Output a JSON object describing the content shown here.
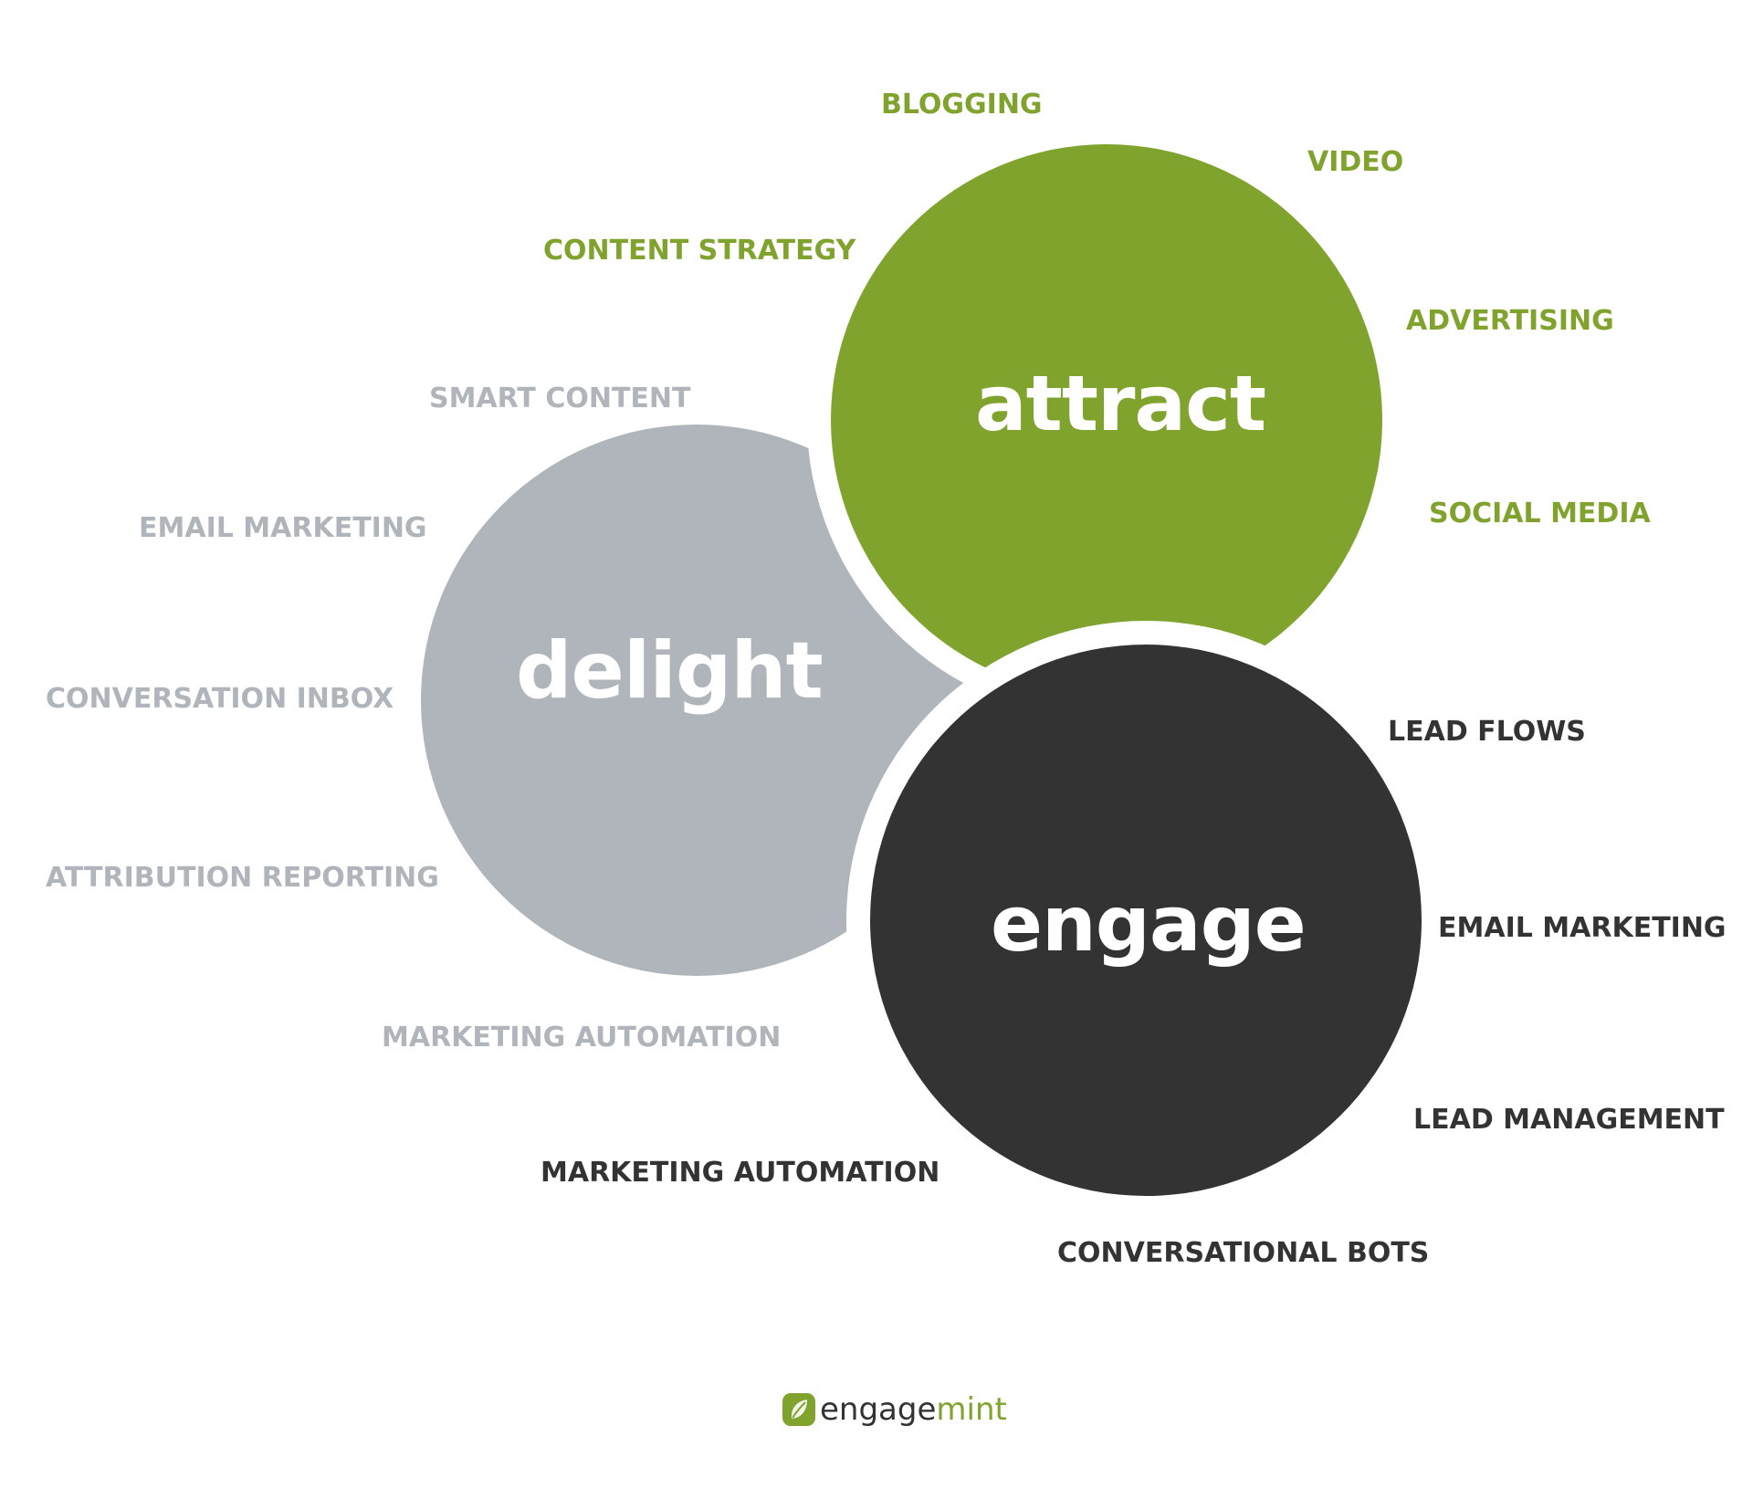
{
  "colors": {
    "attract": "#80a32e",
    "delight": "#b0b4bb",
    "delight_text": "#b0b4bb",
    "engage": "#333333",
    "background": "#ffffff"
  },
  "circles": {
    "attract": "attract",
    "delight": "delight",
    "engage": "engage"
  },
  "attract_labels": {
    "blogging": "BLOGGING",
    "video": "VIDEO",
    "content_strategy": "CONTENT STRATEGY",
    "advertising": "ADVERTISING",
    "social_media": "SOCIAL MEDIA"
  },
  "delight_labels": {
    "smart_content": "SMART CONTENT",
    "email_marketing": "EMAIL MARKETING",
    "conversation_inbox": "CONVERSATION INBOX",
    "attribution_reporting": "ATTRIBUTION REPORTING",
    "marketing_automation": "MARKETING AUTOMATION"
  },
  "engage_labels": {
    "lead_flows": "LEAD FLOWS",
    "email_marketing": "EMAIL MARKETING",
    "lead_management": "LEAD MANAGEMENT",
    "marketing_automation": "MARKETING AUTOMATION",
    "conversational_bots": "CONVERSATIONAL BOTS"
  },
  "logo": {
    "engage": "engage",
    "mint": "mint",
    "icon": "leaf-icon"
  }
}
